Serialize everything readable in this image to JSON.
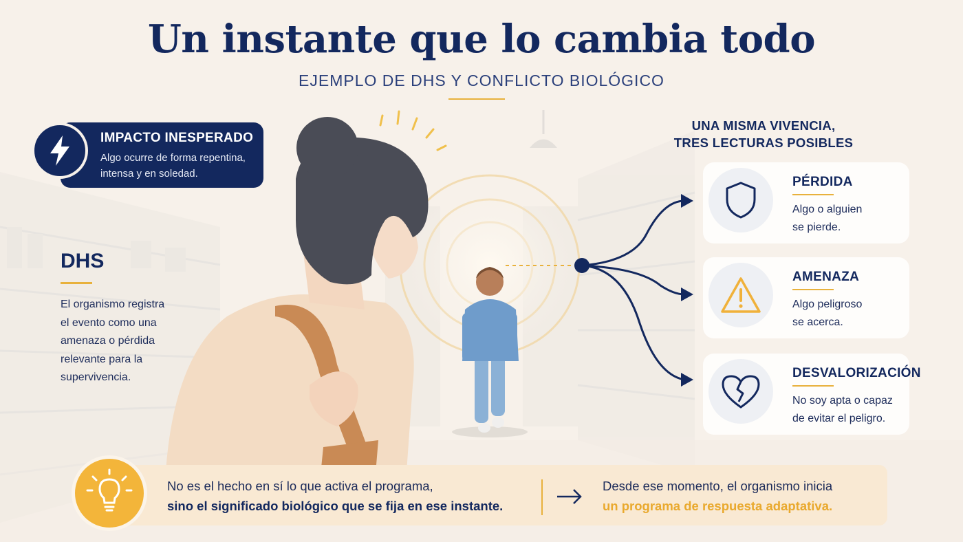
{
  "header": {
    "title": "Un instante que lo cambia todo",
    "subtitle": "EJEMPLO DE DHS Y CONFLICTO BIOLÓGICO"
  },
  "impact": {
    "icon": "lightning-icon",
    "title": "IMPACTO INESPERADO",
    "line1": "Algo ocurre de forma repentina,",
    "line2": "intensa y en soledad."
  },
  "dhs": {
    "title": "DHS",
    "lines": [
      "El organismo registra",
      "el evento como una",
      "amenaza o pérdida",
      "relevante para la",
      "supervivencia."
    ]
  },
  "readings": {
    "heading_line1": "UNA MISMA VIVENCIA,",
    "heading_line2": "TRES LECTURAS POSIBLES",
    "items": [
      {
        "icon": "shield-icon",
        "title": "PÉRDIDA",
        "line1": "Algo o alguien",
        "line2": "se pierde."
      },
      {
        "icon": "warning-triangle-icon",
        "title": "AMENAZA",
        "line1": "Algo peligroso",
        "line2": "se acerca."
      },
      {
        "icon": "broken-heart-icon",
        "title": "DESVALORIZACIÓN",
        "line1": "No soy apta o capaz",
        "line2": "de evitar el peligro."
      }
    ]
  },
  "banner": {
    "icon": "lightbulb-icon",
    "line1": "No es el hecho en sí lo que activa el programa,",
    "line2": "sino el significado biológico que se fija en ese instante.",
    "line3": "Desde ese momento, el organismo inicia",
    "line4": "un programa de respuesta adaptativa."
  },
  "colors": {
    "navy": "#13285e",
    "gold": "#e8b13c",
    "background": "#f7f1ea"
  }
}
